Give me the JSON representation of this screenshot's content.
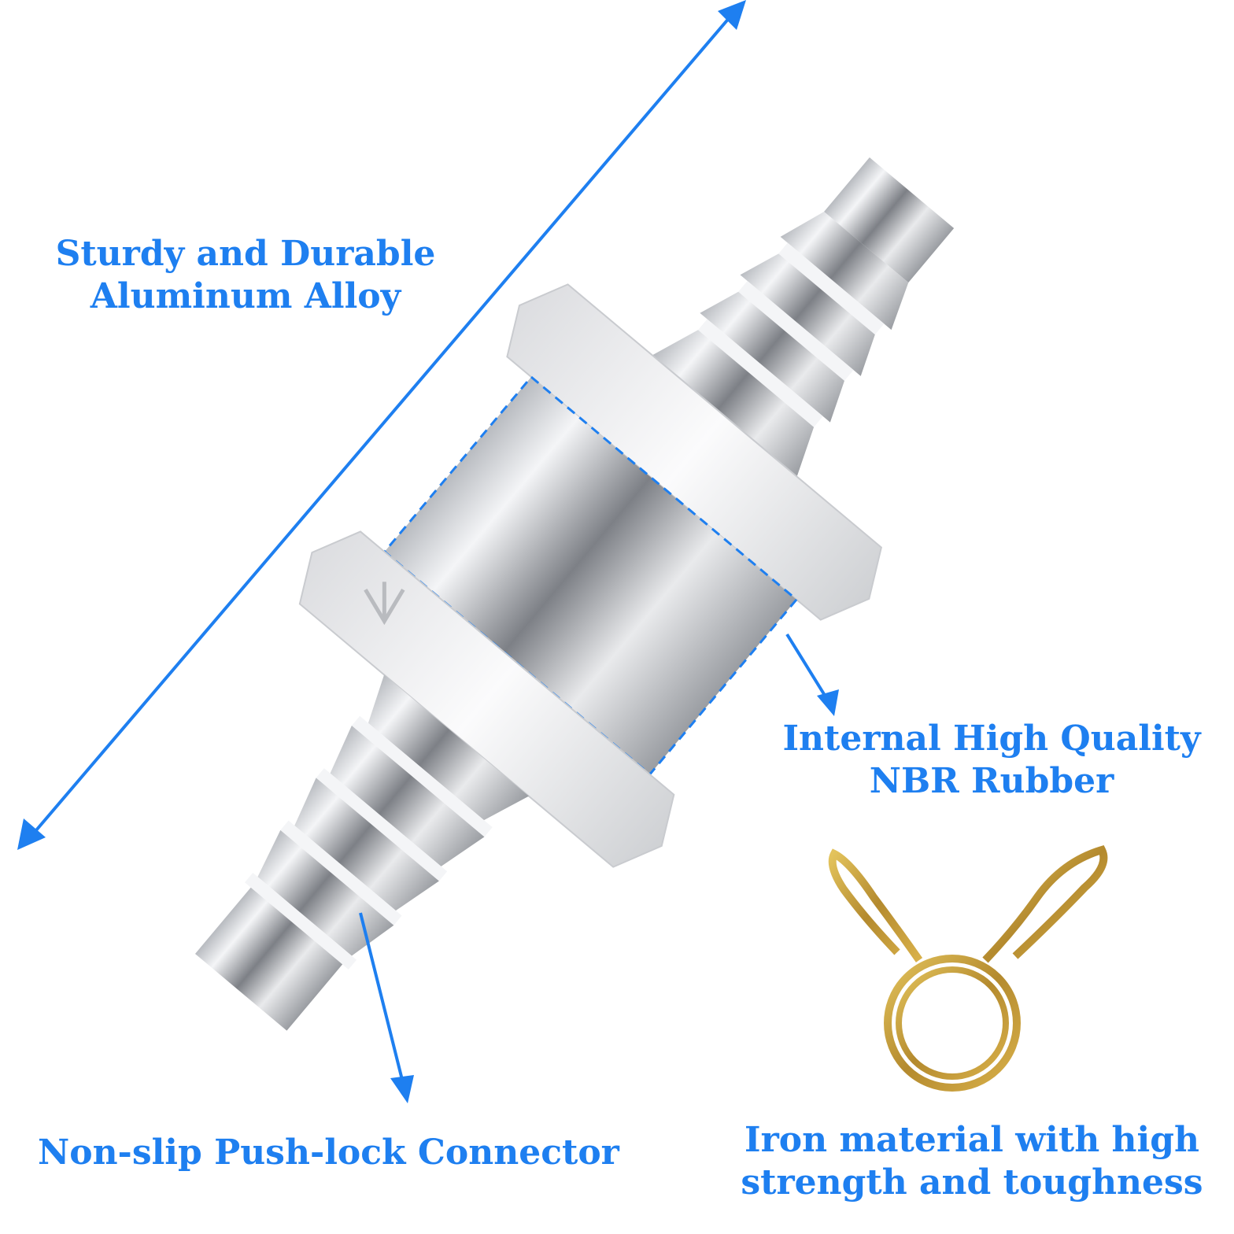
{
  "captions": {
    "alloy": {
      "line1": "Sturdy and Durable",
      "line2": "Aluminum Alloy"
    },
    "rubber": {
      "line1": "Internal High Quality",
      "line2": "NBR Rubber"
    },
    "connector": "Non-slip Push-lock Connector",
    "iron": {
      "line1": "Iron material with high",
      "line2": "strength and toughness"
    }
  },
  "colors": {
    "accent": "#1e7ff0",
    "metal_light": "#f2f3f5",
    "metal_dark": "#8a8d92",
    "clip_gold": "#c9a13a"
  },
  "icons": {
    "flow_arrow": "chevron-down-icon",
    "dimension_arrow": "double-headed-arrow-icon"
  }
}
